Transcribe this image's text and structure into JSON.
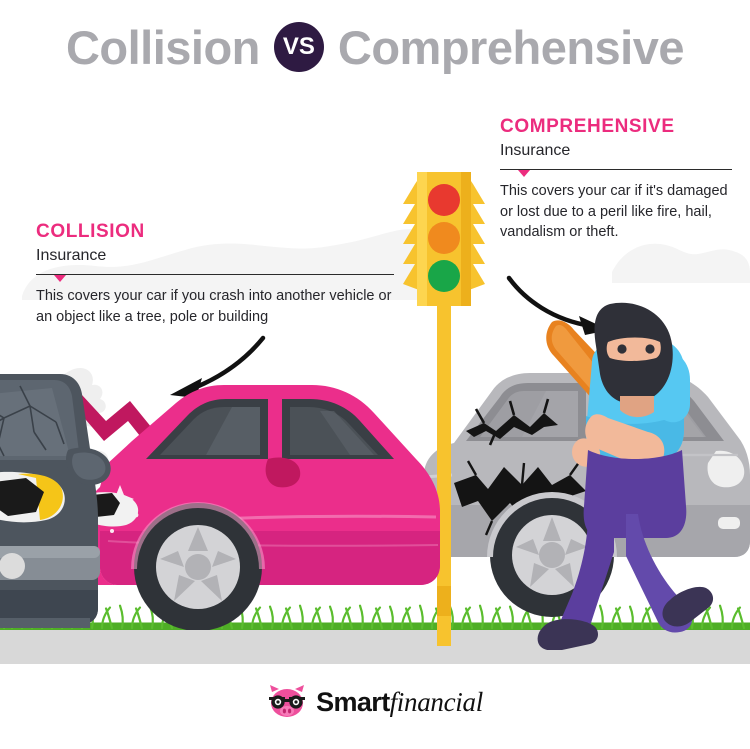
{
  "title": {
    "left_word": "Collision",
    "badge": "VS",
    "right_word": "Comprehensive"
  },
  "collision": {
    "kicker": "COLLISION",
    "sub": "Insurance",
    "body": "This covers your car if you crash into another vehicle or an object like a tree, pole or building"
  },
  "comprehensive": {
    "kicker": "COMPREHENSIVE",
    "sub": "Insurance",
    "body": "This covers your car if it's damaged or lost due to a peril like fire, hail, vandalism or theft."
  },
  "logo": {
    "brand_bold": "Smart",
    "brand_italic": "financial",
    "mark": "pig-with-glasses-icon"
  },
  "scene": {
    "traffic_light": {
      "name": "traffic-light",
      "lights": [
        "red",
        "amber",
        "green"
      ],
      "colors": [
        "#e8392f",
        "#f08a1e",
        "#19a648"
      ],
      "pole_color": "#f7c32e"
    },
    "collision_crash": {
      "damaged_car": "pink-car",
      "other_car": "dark-gray-car",
      "effects": [
        "smoke",
        "crumpled-hood",
        "broken-headlight",
        "cracked-windshield"
      ]
    },
    "vandalism": {
      "person": "vandal-with-balaclava",
      "weapon": "orange-baseball-bat",
      "target_car": "gray-car",
      "damage": [
        "cracked-window",
        "dented-panel"
      ]
    },
    "arrows": [
      "curved-arrow-left",
      "curved-arrow-right"
    ]
  },
  "colors": {
    "accent_pink": "#ec2c7e",
    "badge_purple": "#2e1a42",
    "title_gray": "#a9a9ae",
    "car_pink": "#eb2e8b",
    "car_gray": "#b0b0b4",
    "car_dark": "#4d555e",
    "shirt_blue": "#56c8f2",
    "pants_purple": "#5b3e9e",
    "bat_orange": "#e8821f",
    "grass_green": "#5bbd2e",
    "road_gray": "#d8d8d8",
    "hill_gray": "#f4f4f4"
  }
}
